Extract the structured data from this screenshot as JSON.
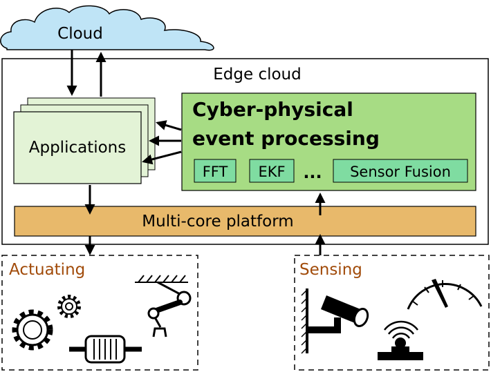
{
  "cloud": {
    "label": "Cloud"
  },
  "edge": {
    "label": "Edge cloud"
  },
  "applications": {
    "label": "Applications"
  },
  "cpep": {
    "title_line1": "Cyber-physical",
    "title_line2": "event processing",
    "modules": [
      "FFT",
      "EKF",
      "Sensor Fusion"
    ],
    "ellipsis": "..."
  },
  "platform": {
    "label": "Multi-core platform"
  },
  "actuating": {
    "label": "Actuating",
    "icons": [
      "gear-large-icon",
      "gear-small-icon",
      "motor-icon",
      "robot-arm-icon"
    ]
  },
  "sensing": {
    "label": "Sensing",
    "icons": [
      "camera-icon",
      "gauge-icon",
      "wireless-sensor-icon"
    ]
  },
  "colors": {
    "cloud_fill": "#bfe4f6",
    "app_fill": "#e3f3d6",
    "cpep_fill": "#a7dc84",
    "module_fill": "#7fdca1",
    "platform_fill": "#e8b96b",
    "section_label": "#a14b0a"
  }
}
